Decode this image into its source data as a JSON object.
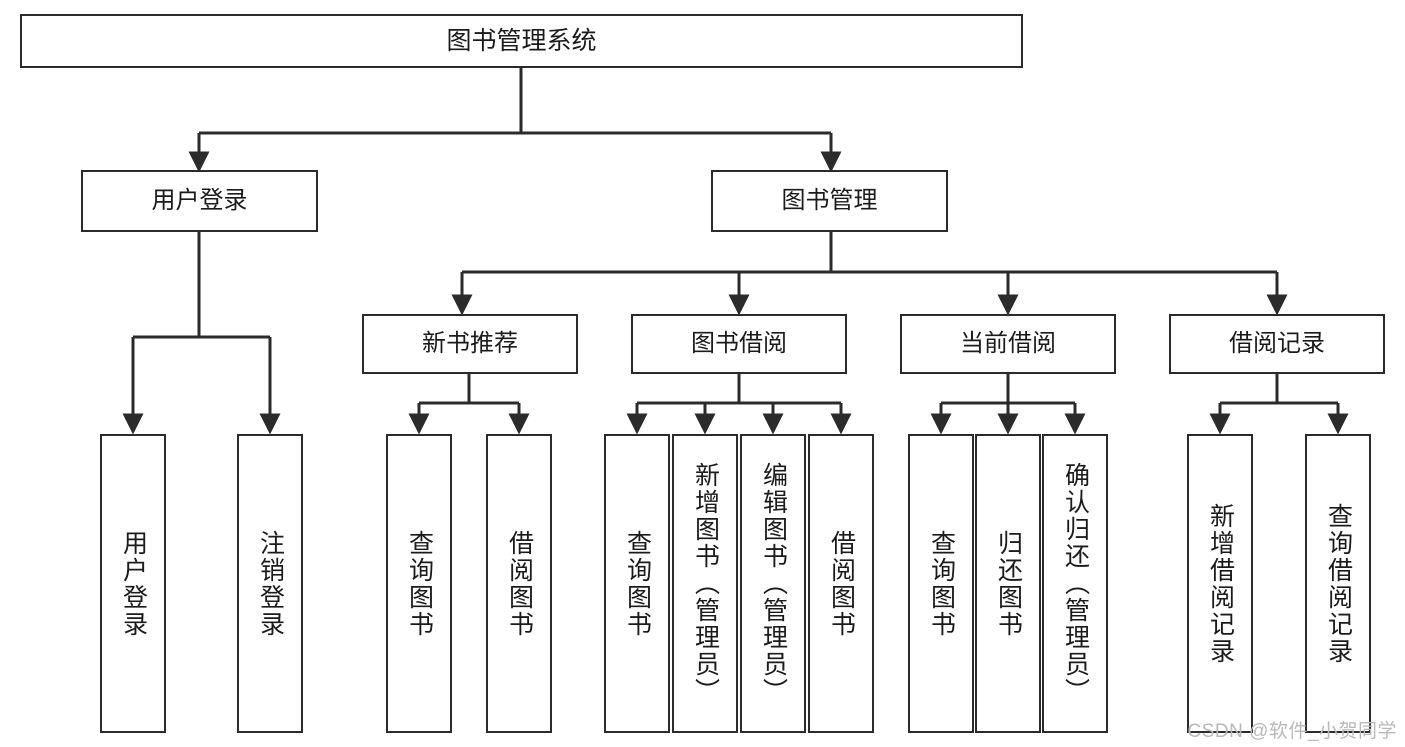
{
  "diagram": {
    "title": "图书管理系统",
    "type": "tree",
    "line_color": "#2b2b2b",
    "box_fill": "#ffffff",
    "text_color": "#1b1b1b",
    "watermark": "CSDN @软件_小贺同学"
  },
  "root": {
    "label": "图书管理系统"
  },
  "level2": [
    {
      "label": "用户登录"
    },
    {
      "label": "图书管理"
    }
  ],
  "level3": [
    {
      "label": "新书推荐"
    },
    {
      "label": "图书借阅"
    },
    {
      "label": "当前借阅"
    },
    {
      "label": "借阅记录"
    }
  ],
  "leaves": {
    "user_login": [
      {
        "label": "用户登录"
      },
      {
        "label": "注销登录"
      }
    ],
    "new_book_recommend": [
      {
        "label": "查询图书"
      },
      {
        "label": "借阅图书"
      }
    ],
    "book_borrow": [
      {
        "label": "查询图书"
      },
      {
        "label": "新增图书（管理员）"
      },
      {
        "label": "编辑图书（管理员）"
      },
      {
        "label": "借阅图书"
      }
    ],
    "current_borrow": [
      {
        "label": "查询图书"
      },
      {
        "label": "归还图书"
      },
      {
        "label": "确认归还（管理员）"
      }
    ],
    "borrow_record": [
      {
        "label": "新增借阅记录"
      },
      {
        "label": "查询借阅记录"
      }
    ]
  }
}
